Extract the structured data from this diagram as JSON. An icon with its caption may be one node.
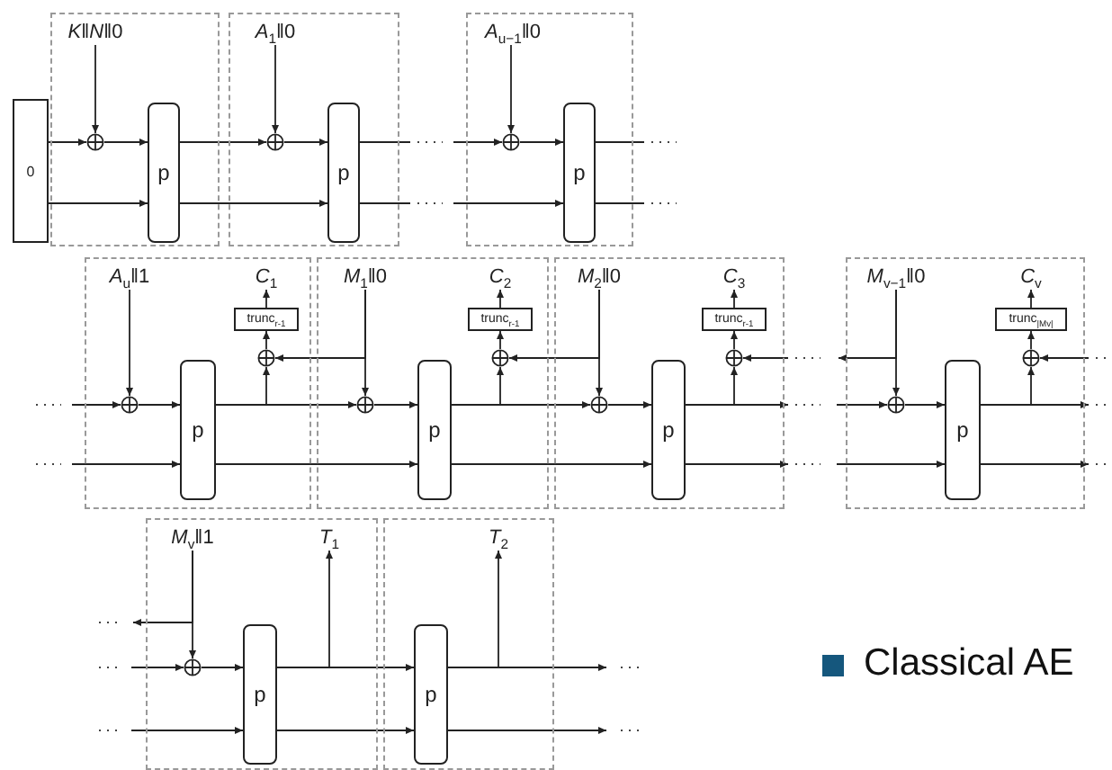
{
  "diagram": {
    "nodes": [
      {
        "text": [
          "0"
        ]
      },
      {
        "text": [],
        "shape": "box"
      },
      {
        "text": [
          "*K*‖*N*‖0"
        ],
        "in": 1
      },
      {
        "text": [],
        "shape": "circle",
        "in": 1
      },
      {
        "text": [
          "p"
        ],
        "in": 1
      },
      {
        "text": [],
        "shape": "box"
      },
      {
        "text": [
          "*A*$_{1}$‖0"
        ],
        "in": 5
      },
      {
        "text": [],
        "shape": "circle",
        "in": 5
      },
      {
        "text": [
          "p"
        ],
        "in": 5
      },
      {
        "text": [],
        "shape": "box"
      },
      {
        "text": [
          "*A*$_{u−1}$‖0"
        ],
        "in": 9
      },
      {
        "text": [],
        "shape": "circle",
        "in": 9
      },
      {
        "text": [
          "p"
        ],
        "in": 9
      },
      {
        "text": [],
        "shape": "box"
      },
      {
        "text": [
          "*A*$_{u}$‖1"
        ],
        "in": 13
      },
      {
        "text": [],
        "shape": "circle",
        "in": 13
      },
      {
        "text": [
          "p"
        ],
        "in": 13
      },
      {
        "text": [],
        "shape": "circle",
        "in": 13
      },
      {
        "text": [
          "trunc$_{r-1}$"
        ],
        "in": 13
      },
      {
        "text": [
          "*C*$_{1}$"
        ],
        "in": 13
      },
      {
        "text": [],
        "shape": "box"
      },
      {
        "text": [
          "*M*$_{1}$‖0"
        ],
        "in": 20
      },
      {
        "text": [],
        "shape": "circle",
        "in": 20
      },
      {
        "text": [
          "p"
        ],
        "in": 20
      },
      {
        "text": [],
        "shape": "circle",
        "in": 20
      },
      {
        "text": [
          "trunc$_{r-1}$"
        ],
        "in": 20
      },
      {
        "text": [
          "*C*$_{2}$"
        ],
        "in": 20
      },
      {
        "text": [],
        "shape": "box"
      },
      {
        "text": [
          "*M*$_{2}$‖0"
        ],
        "in": 27
      },
      {
        "text": [],
        "shape": "circle",
        "in": 27
      },
      {
        "text": [
          "p"
        ],
        "in": 27
      },
      {
        "text": [],
        "shape": "circle",
        "in": 27
      },
      {
        "text": [
          "trunc$_{r-1}$"
        ],
        "in": 27
      },
      {
        "text": [
          "*C*$_{3}$"
        ],
        "in": 27
      },
      {
        "text": [],
        "shape": "box"
      },
      {
        "text": [
          "*M*$_{v−1}$‖0"
        ],
        "in": 34
      },
      {
        "text": [],
        "shape": "circle",
        "in": 34
      },
      {
        "text": [
          "p"
        ],
        "in": 34
      },
      {
        "text": [],
        "shape": "circle",
        "in": 34
      },
      {
        "text": [
          "trunc$_{|Mv|}$"
        ],
        "in": 34
      },
      {
        "text": [
          "*C*$_{v}$"
        ],
        "in": 34
      },
      {
        "text": [],
        "shape": "box"
      },
      {
        "text": [
          "*M*$_{v}$‖1"
        ],
        "in": 41
      },
      {
        "text": [],
        "shape": "circle",
        "in": 41
      },
      {
        "text": [
          "p"
        ],
        "in": 41
      },
      {
        "text": [
          "*T*$_{1}$"
        ],
        "in": 41
      },
      {
        "text": [],
        "shape": "box"
      },
      {
        "text": [
          "p"
        ],
        "in": 46
      },
      {
        "text": [
          "*T*$_{2}$"
        ],
        "in": 46
      }
    ],
    "edges": [
      {
        "from": 0,
        "to": 3,
        "arrow": "to"
      },
      {
        "from": 0,
        "to": 4,
        "arrow": "to"
      },
      {
        "from": 2,
        "to": 3,
        "arrow": "to"
      },
      {
        "from": 3,
        "to": 4,
        "arrow": "to"
      },
      {
        "from": 4,
        "to": 7,
        "arrow": "to"
      },
      {
        "from": 4,
        "to": 8,
        "arrow": "to"
      },
      {
        "from": 6,
        "to": 7,
        "arrow": "to"
      },
      {
        "from": 7,
        "to": 8,
        "arrow": "to"
      },
      {
        "from": 8,
        "to": null,
        "arrow": "none"
      },
      {
        "from": 8,
        "to": null,
        "arrow": "none"
      },
      {
        "from": null,
        "to": 11,
        "arrow": "to"
      },
      {
        "from": null,
        "to": 12,
        "arrow": "to"
      },
      {
        "from": 10,
        "to": 11,
        "arrow": "to"
      },
      {
        "from": 11,
        "to": 12,
        "arrow": "to"
      },
      {
        "from": 12,
        "to": null,
        "arrow": "none"
      },
      {
        "from": 12,
        "to": null,
        "arrow": "none"
      },
      {
        "from": null,
        "to": 15,
        "arrow": "to"
      },
      {
        "from": null,
        "to": 16,
        "arrow": "to"
      },
      {
        "from": 14,
        "to": 15,
        "arrow": "to"
      },
      {
        "from": 15,
        "to": 16,
        "arrow": "to"
      },
      {
        "from": 16,
        "to": 22,
        "arrow": "to"
      },
      {
        "from": 16,
        "to": 17,
        "arrow": "to"
      },
      {
        "from": 16,
        "to": 23,
        "arrow": "to"
      },
      {
        "from": 17,
        "to": 18,
        "arrow": "to"
      },
      {
        "from": 18,
        "to": 19,
        "arrow": "to"
      },
      {
        "from": 21,
        "to": 22,
        "arrow": "to"
      },
      {
        "from": 21,
        "to": 17,
        "arrow": "to"
      },
      {
        "from": 22,
        "to": 23,
        "arrow": "to"
      },
      {
        "from": 23,
        "to": 29,
        "arrow": "to"
      },
      {
        "from": 23,
        "to": 24,
        "arrow": "to"
      },
      {
        "from": 23,
        "to": 30,
        "arrow": "to"
      },
      {
        "from": 24,
        "to": 25,
        "arrow": "to"
      },
      {
        "from": 25,
        "to": 26,
        "arrow": "to"
      },
      {
        "from": 28,
        "to": 29,
        "arrow": "to"
      },
      {
        "from": 28,
        "to": 24,
        "arrow": "to"
      },
      {
        "from": 29,
        "to": 30,
        "arrow": "to"
      },
      {
        "from": 30,
        "to": null,
        "arrow": "to"
      },
      {
        "from": 30,
        "to": 31,
        "arrow": "to"
      },
      {
        "from": 30,
        "to": null,
        "arrow": "to"
      },
      {
        "from": 31,
        "to": 32,
        "arrow": "to"
      },
      {
        "from": 32,
        "to": 33,
        "arrow": "to"
      },
      {
        "from": null,
        "to": 31,
        "arrow": "to"
      },
      {
        "from": null,
        "to": 36,
        "arrow": "to"
      },
      {
        "from": null,
        "to": 37,
        "arrow": "to"
      },
      {
        "from": 35,
        "to": 36,
        "arrow": "to"
      },
      {
        "from": 35,
        "to": null,
        "arrow": "to"
      },
      {
        "from": 36,
        "to": 37,
        "arrow": "to"
      },
      {
        "from": 37,
        "to": null,
        "arrow": "to"
      },
      {
        "from": 37,
        "to": 38,
        "arrow": "to"
      },
      {
        "from": 37,
        "to": null,
        "arrow": "to"
      },
      {
        "from": 38,
        "to": 39,
        "arrow": "to"
      },
      {
        "from": 39,
        "to": 40,
        "arrow": "to"
      },
      {
        "from": null,
        "to": 38,
        "arrow": "to"
      },
      {
        "from": null,
        "to": 43,
        "arrow": "to"
      },
      {
        "from": null,
        "to": 44,
        "arrow": "to"
      },
      {
        "from": 42,
        "to": 43,
        "arrow": "to"
      },
      {
        "from": 42,
        "to": null,
        "arrow": "to"
      },
      {
        "from": 43,
        "to": 44,
        "arrow": "to"
      },
      {
        "from": 44,
        "to": 47,
        "arrow": "to"
      },
      {
        "from": 44,
        "to": 45,
        "arrow": "to"
      },
      {
        "from": 44,
        "to": 47,
        "arrow": "to"
      },
      {
        "from": 47,
        "to": 48,
        "arrow": "to"
      },
      {
        "from": 47,
        "to": null,
        "arrow": "to"
      },
      {
        "from": 47,
        "to": null,
        "arrow": "to"
      }
    ],
    "labels": [
      "Classical AE"
    ]
  }
}
